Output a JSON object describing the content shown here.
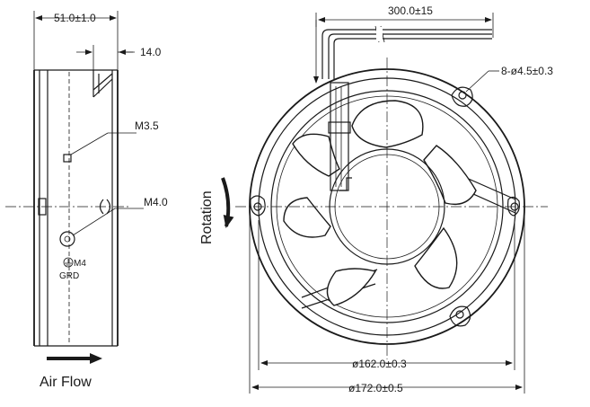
{
  "side_view": {
    "width_dim": "51.0±1.0",
    "depth_dim": "14.0",
    "screw_m35": "M3.5",
    "screw_m40": "M4.0",
    "ground_size": "M4",
    "ground_label": "GRD",
    "airflow_label": "Air Flow"
  },
  "front_view": {
    "lead_length_dim": "300.0±15",
    "mount_holes_dim": "8-ø4.5±0.3",
    "inner_dia_dim": "ø162.0±0.3",
    "outer_dia_dim": "ø172.0±0.5",
    "rotation_label": "Rotation"
  }
}
